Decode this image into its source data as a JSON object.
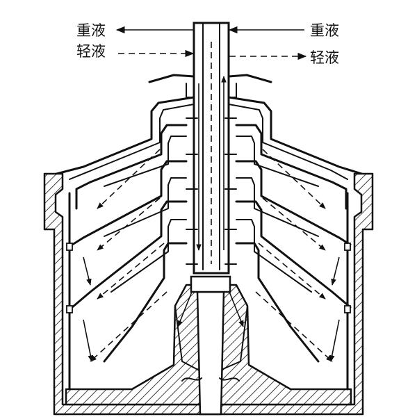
{
  "labels": {
    "heavy_left": "重液",
    "light_left": "轻液",
    "heavy_right": "重液",
    "light_right": "轻液"
  }
}
